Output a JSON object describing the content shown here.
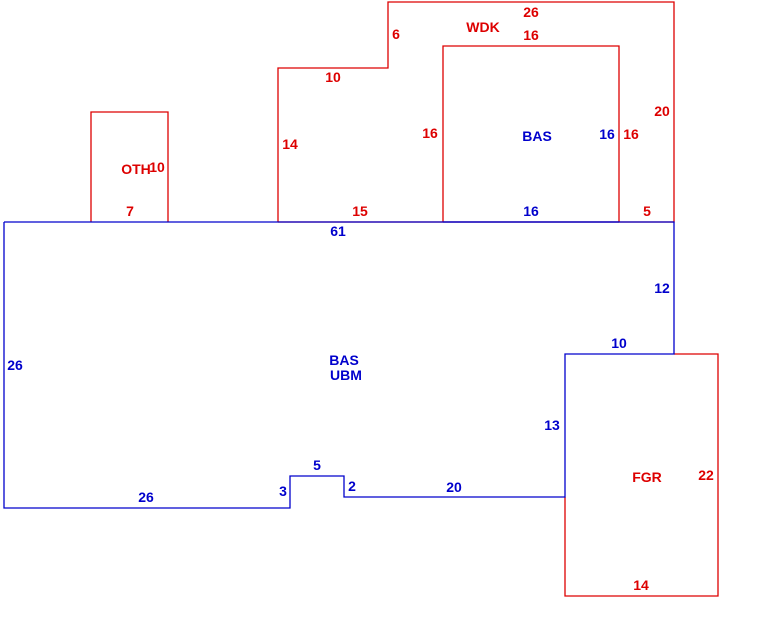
{
  "colors": {
    "blue": "#0000cc",
    "red": "#dd0000",
    "background": "#ffffff"
  },
  "main_area": {
    "labels": [
      "BAS",
      "UBM"
    ]
  },
  "main_dims": {
    "top": "61",
    "left": "26",
    "bottom_left": "26",
    "notch_left": "3",
    "notch_top": "5",
    "notch_right": "2",
    "bottom_right": "20",
    "fgr_side": "13",
    "step": "10",
    "right": "12"
  },
  "bas_upper": {
    "label": "BAS",
    "dims": {
      "right": "16",
      "bottom": "16"
    }
  },
  "wdk": {
    "label": "WDK",
    "dims": {
      "top": "26",
      "inner_top": "16",
      "left_step": "6",
      "left_top": "10",
      "left": "14",
      "inner_left": "16",
      "right": "20",
      "inner_right": "16",
      "bottom_right": "5",
      "bottom_left": "15"
    }
  },
  "oth": {
    "label": "OTH",
    "dims": {
      "side": "10",
      "bottom": "7"
    }
  },
  "fgr": {
    "label": "FGR",
    "dims": {
      "right": "22",
      "bottom": "14"
    }
  }
}
